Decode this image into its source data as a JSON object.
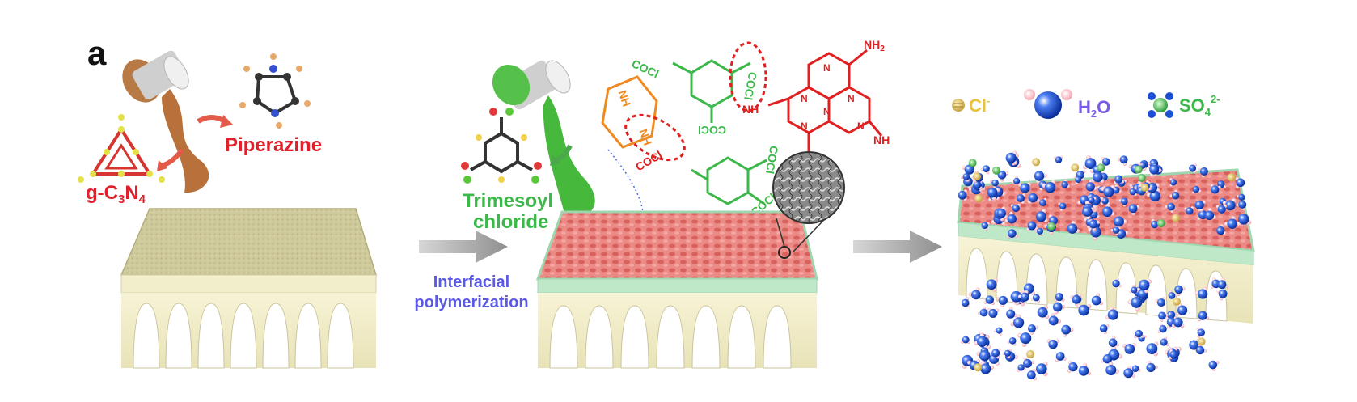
{
  "panel": {
    "letter": "a"
  },
  "reagents": {
    "piperazine": "Piperazine",
    "gcn": {
      "base": "g-C",
      "sub1": "3",
      "mid": "N",
      "sub2": "4"
    },
    "tmc_line1": "Trimesoyl",
    "tmc_line2": "chloride"
  },
  "process": {
    "line1": "Interfacial",
    "line2": "polymerization"
  },
  "chem": {
    "cocl": "COCl",
    "nh2": "NH",
    "nh2_sub": "2",
    "nh": "NH",
    "n": "N"
  },
  "legend": {
    "cl": {
      "base": "Cl",
      "sup": "-"
    },
    "h2o": {
      "base": "H",
      "sub": "2",
      "tail": "O"
    },
    "so4": {
      "base": "SO",
      "sub": "4",
      "sup": "2-"
    }
  },
  "colors": {
    "red_label": "#e0202a",
    "green_label": "#3cb84a",
    "blue_label": "#5a5ae6",
    "support": "#f2eecb",
    "active_layer": "#e87a78",
    "substrate_top": "#c9c493",
    "water": "#1a4fd6",
    "arrow": "#9a9a9a"
  }
}
